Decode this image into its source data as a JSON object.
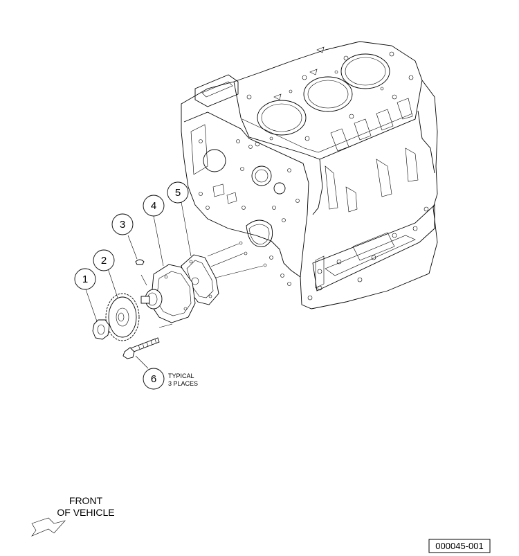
{
  "callouts": [
    {
      "id": "1",
      "label": "1"
    },
    {
      "id": "2",
      "label": "2"
    },
    {
      "id": "3",
      "label": "3"
    },
    {
      "id": "4",
      "label": "4"
    },
    {
      "id": "5",
      "label": "5"
    },
    {
      "id": "6",
      "label": "6"
    }
  ],
  "note": {
    "line1": "TYPICAL",
    "line2": "3 PLACES"
  },
  "orientation": {
    "line1": "FRONT",
    "line2": "OF VEHICLE"
  },
  "reference_number": "000045-001",
  "icons": {
    "direction_arrow": "front-arrow-icon"
  }
}
